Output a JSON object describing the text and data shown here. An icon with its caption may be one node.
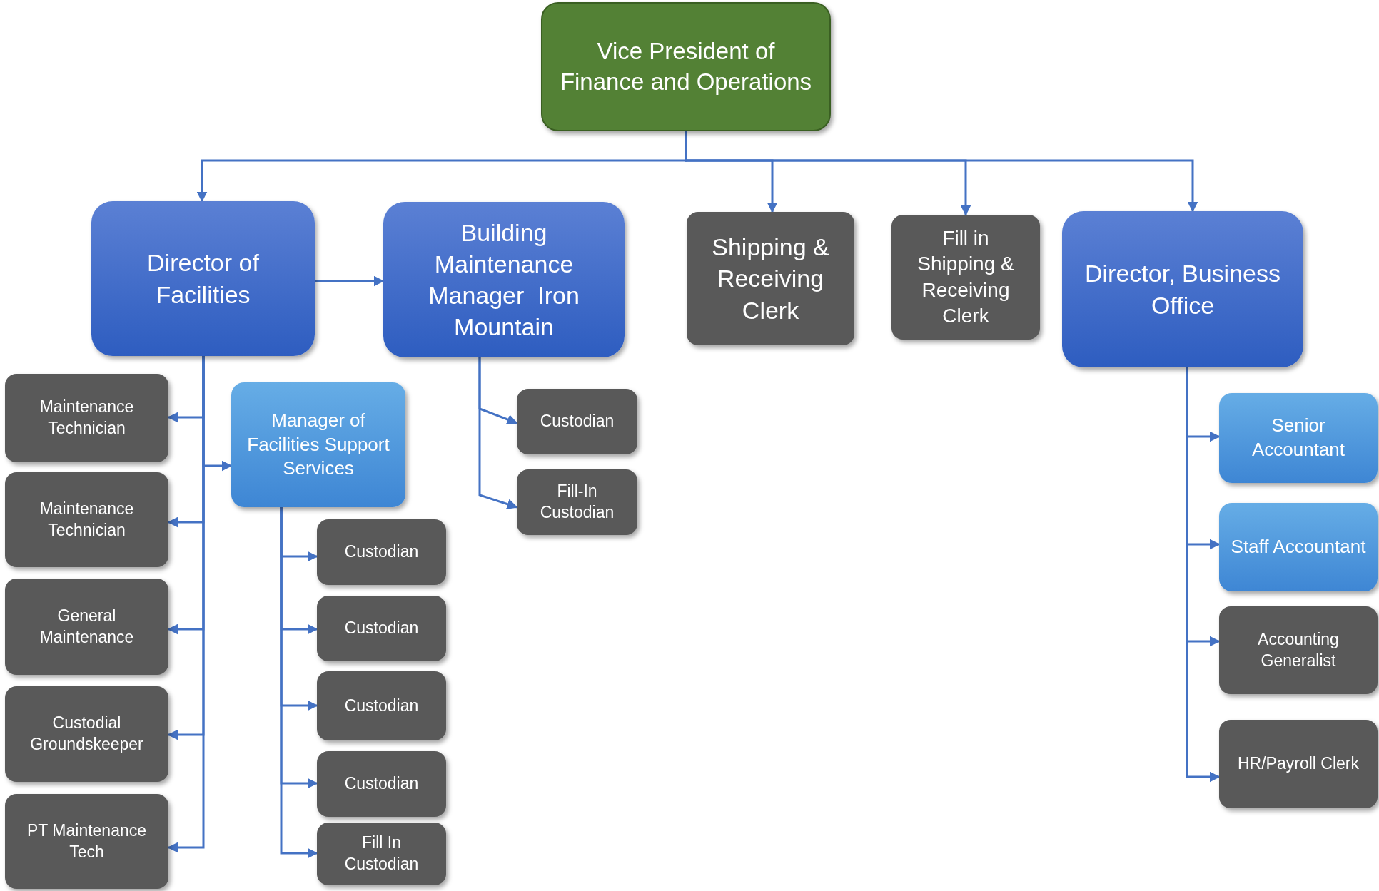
{
  "diagram": {
    "nodes": [
      {
        "text": [
          "Vice President of Finance and Operations"
        ]
      },
      {
        "text": [
          "Director of Facilities"
        ]
      },
      {
        "text": [
          "Building Maintenance Manager  Iron Mountain"
        ]
      },
      {
        "text": [
          "Shipping & Receiving Clerk"
        ]
      },
      {
        "text": [
          "Fill in Shipping & Receiving Clerk"
        ]
      },
      {
        "text": [
          "Director, Business Office"
        ]
      },
      {
        "text": [
          "Maintenance Technician"
        ]
      },
      {
        "text": [
          "Maintenance Technician"
        ]
      },
      {
        "text": [
          "General Maintenance"
        ]
      },
      {
        "text": [
          "Custodial Groundskeeper"
        ]
      },
      {
        "text": [
          "PT Maintenance Tech"
        ]
      },
      {
        "text": [
          "Manager of Facilities Support Services"
        ]
      },
      {
        "text": [
          "Custodian"
        ]
      },
      {
        "text": [
          "Custodian"
        ]
      },
      {
        "text": [
          "Custodian"
        ]
      },
      {
        "text": [
          "Custodian"
        ]
      },
      {
        "text": [
          "Fill In Custodian"
        ]
      },
      {
        "text": [
          "Custodian"
        ]
      },
      {
        "text": [
          "Fill-In Custodian"
        ]
      },
      {
        "text": [
          "Senior Accountant"
        ]
      },
      {
        "text": [
          "Staff Accountant"
        ]
      },
      {
        "text": [
          "Accounting Generalist"
        ]
      },
      {
        "text": [
          "HR/Payroll Clerk"
        ]
      }
    ],
    "edges": [
      {
        "from": 0,
        "to": 1,
        "arrow": "to"
      },
      {
        "from": 0,
        "to": 3,
        "arrow": "to"
      },
      {
        "from": 0,
        "to": 4,
        "arrow": "to"
      },
      {
        "from": 0,
        "to": 5,
        "arrow": "to"
      },
      {
        "from": 1,
        "to": 2,
        "arrow": "to"
      },
      {
        "from": 1,
        "to": 6,
        "arrow": "to"
      },
      {
        "from": 1,
        "to": 11,
        "arrow": "to"
      },
      {
        "from": 1,
        "to": 7,
        "arrow": "to"
      },
      {
        "from": 1,
        "to": 8,
        "arrow": "to"
      },
      {
        "from": 1,
        "to": 9,
        "arrow": "to"
      },
      {
        "from": 1,
        "to": 10,
        "arrow": "to"
      },
      {
        "from": 11,
        "to": 12,
        "arrow": "to"
      },
      {
        "from": 11,
        "to": 13,
        "arrow": "to"
      },
      {
        "from": 11,
        "to": 14,
        "arrow": "to"
      },
      {
        "from": 11,
        "to": 15,
        "arrow": "to"
      },
      {
        "from": 11,
        "to": 16,
        "arrow": "to"
      },
      {
        "from": 2,
        "to": 17,
        "arrow": "to"
      },
      {
        "from": 2,
        "to": 18,
        "arrow": "to"
      },
      {
        "from": 5,
        "to": 19,
        "arrow": "to"
      },
      {
        "from": 5,
        "to": 20,
        "arrow": "to"
      },
      {
        "from": 5,
        "to": 21,
        "arrow": "to"
      },
      {
        "from": 5,
        "to": 22,
        "arrow": "to"
      }
    ]
  }
}
